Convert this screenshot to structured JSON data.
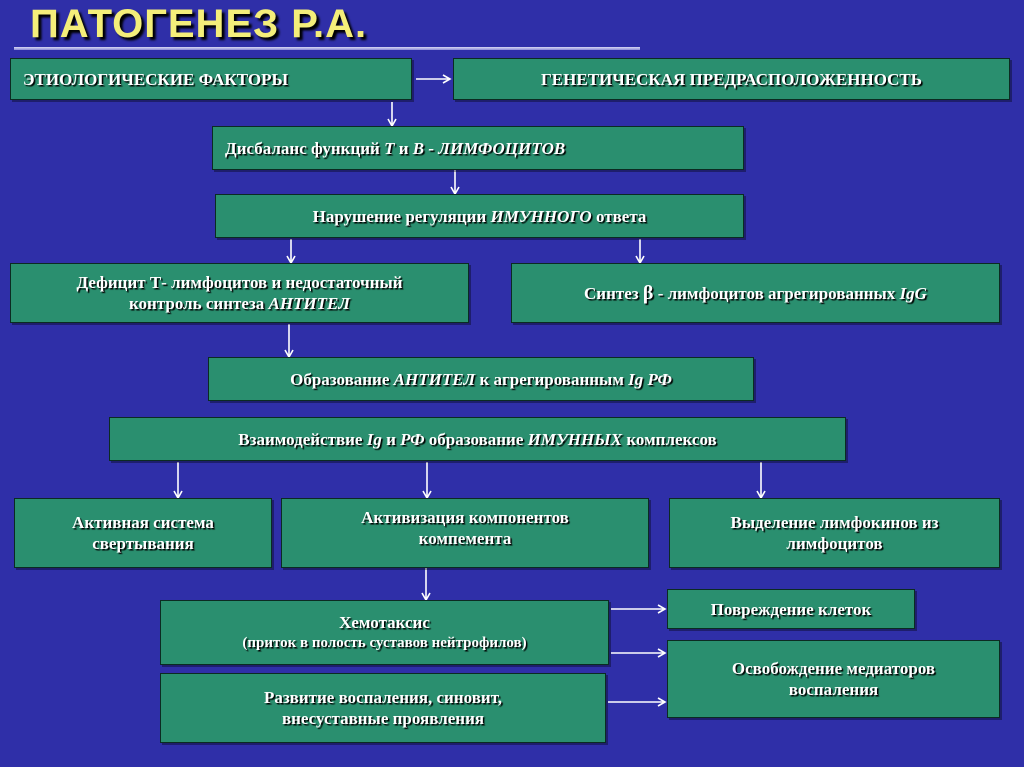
{
  "title": "ПАТОГЕНЕЗ Р.А.",
  "boxes": {
    "etiology": "ЭТИОЛОГИЧЕСКИЕ ФАКТОРЫ",
    "genetic": "ГЕНЕТИЧЕСКАЯ ПРЕДРАСПОЛОЖЕННОСТЬ",
    "imbalance": {
      "a": "Дисбаланс функций ",
      "b": "Т",
      "c": " и ",
      "d": "В - ЛИМФОЦИТОВ"
    },
    "regulation": {
      "a": "Нарушение регуляции ",
      "b": "ИМУННОГО",
      "c": " ответа"
    },
    "deficit": {
      "line1": "Дефицит Т-  лимфоцитов и недостаточный",
      "line2a": "контроль синтеза ",
      "line2b": "АНТИТЕЛ"
    },
    "synthesis": {
      "a": "Синтез ",
      "b": "β",
      "c": " - лимфоцитов агрегированных ",
      "d": "IgG"
    },
    "formation": {
      "a": "Образование ",
      "b": "АНТИТЕЛ",
      "c": " к агрегированным ",
      "d": "Ig РФ"
    },
    "interaction": {
      "a": "Взаимодействие ",
      "b": "Ig",
      "c": " и ",
      "d": "РФ",
      "e": " образование ",
      "f": "ИМУННЫХ",
      "g": " комплексов"
    },
    "coagulation": {
      "line1": "Активная система",
      "line2": "свертывания"
    },
    "complement": {
      "line1": "Активизация компонентов",
      "line2": "компемента"
    },
    "lymphokines": {
      "line1": "Выделение лимфокинов из",
      "line2": "лимфоцитов"
    },
    "chemotaxis": {
      "line1": "Хемотаксис",
      "line2": "(приток в полость суставов нейтрофилов)"
    },
    "inflammation": {
      "line1": "Развитие воспаления, синовит,",
      "line2": "внесуставные проявления"
    },
    "cell_damage": "Повреждение клеток",
    "mediators": {
      "line1": "Освобождение медиаторов",
      "line2": "воспаления"
    }
  },
  "colors": {
    "background": "#2f2fa8",
    "box": "#2a8f6f",
    "title": "#f4ee7a",
    "arrow": "#ffffff"
  }
}
